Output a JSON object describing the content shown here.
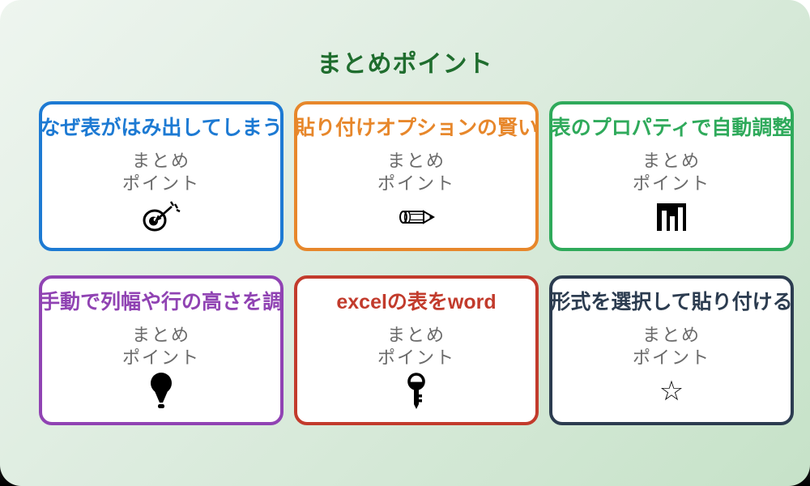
{
  "page": {
    "title": "まとめポイント",
    "title_color": "#1f6d2e",
    "background_gradient": [
      "#eef5ef",
      "#c6e2c8"
    ]
  },
  "cards": [
    {
      "title": "なぜ表がはみ出してしまう",
      "color": "#1d7ad3",
      "body_line1": "まとめ",
      "body_line2": "ポイント",
      "icon": "dart-target-icon"
    },
    {
      "title": "貼り付けオプションの賢い",
      "color": "#e7872b",
      "body_line1": "まとめ",
      "body_line2": "ポイント",
      "icon": "pencil-icon"
    },
    {
      "title": "表のプロパティで自動調整",
      "color": "#2faa5b",
      "body_line1": "まとめ",
      "body_line2": "ポイント",
      "icon": "bar-chart-icon"
    },
    {
      "title": "手動で列幅や行の高さを調",
      "color": "#9043b3",
      "body_line1": "まとめ",
      "body_line2": "ポイント",
      "icon": "lightbulb-icon"
    },
    {
      "title": "excelの表をword",
      "color": "#c23b2c",
      "body_line1": "まとめ",
      "body_line2": "ポイント",
      "icon": "key-icon"
    },
    {
      "title": "形式を選択して貼り付ける",
      "color": "#2c3c50",
      "body_line1": "まとめ",
      "body_line2": "ポイント",
      "icon": "star-icon",
      "icon_glyph": "☆"
    }
  ]
}
